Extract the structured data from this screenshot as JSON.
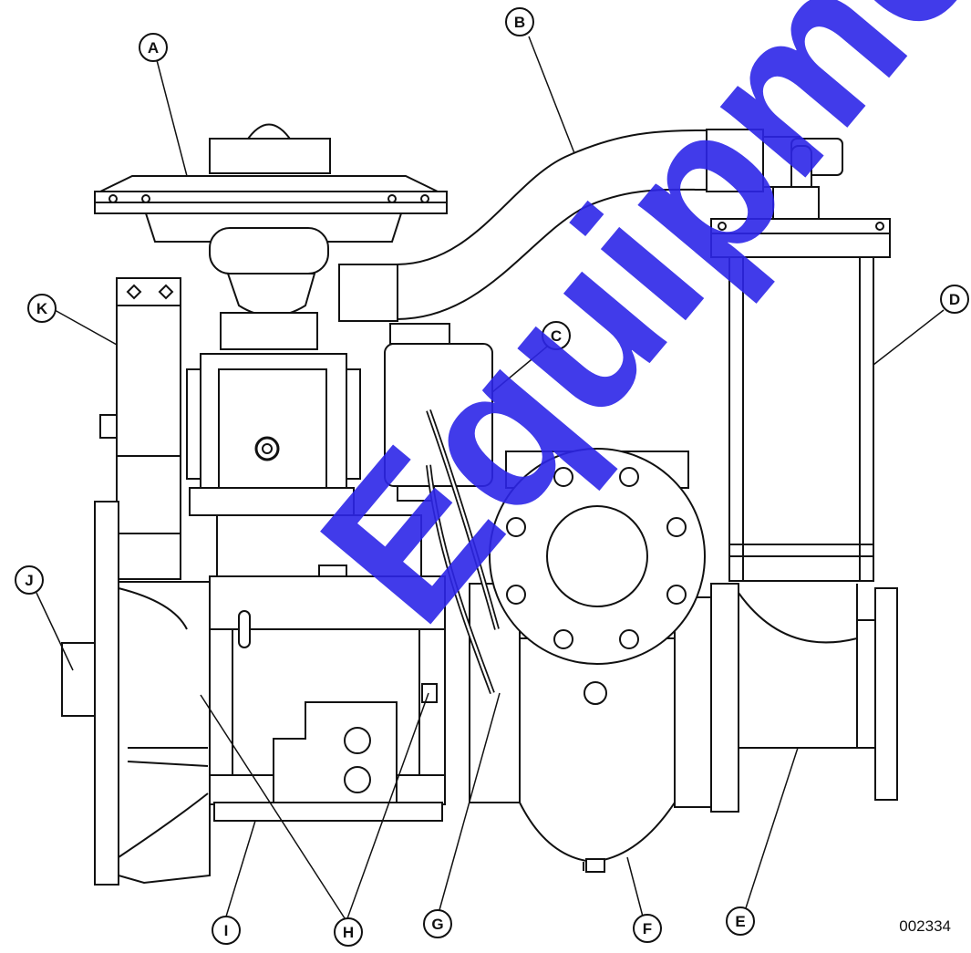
{
  "diagram": {
    "drawing_number": "002334",
    "watermark": "Equipment",
    "callouts": [
      {
        "id": "A",
        "label": "A"
      },
      {
        "id": "B",
        "label": "B"
      },
      {
        "id": "C",
        "label": "C"
      },
      {
        "id": "D",
        "label": "D"
      },
      {
        "id": "E",
        "label": "E"
      },
      {
        "id": "F",
        "label": "F"
      },
      {
        "id": "G",
        "label": "G"
      },
      {
        "id": "H",
        "label": "H"
      },
      {
        "id": "I",
        "label": "I"
      },
      {
        "id": "J",
        "label": "J"
      },
      {
        "id": "K",
        "label": "K"
      }
    ]
  }
}
